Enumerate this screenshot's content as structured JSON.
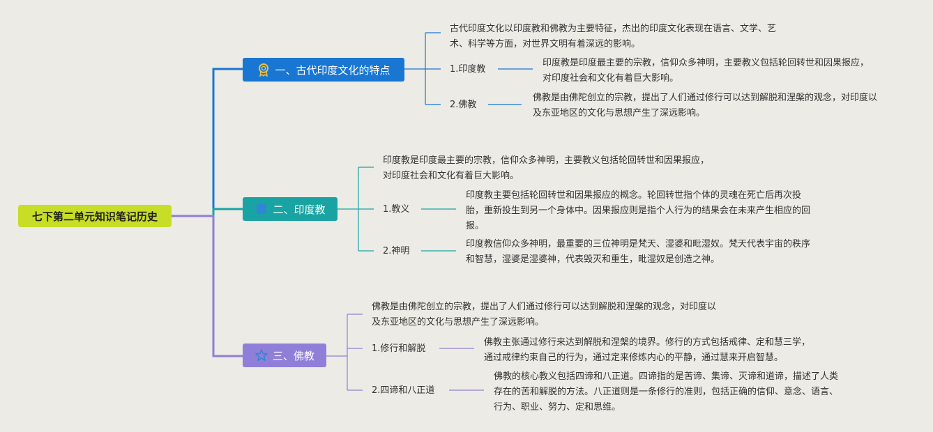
{
  "root": "七下第二单元知识笔记历史",
  "branches": [
    {
      "title": "一、古代印度文化的特点",
      "icon": "award-ribbon-icon",
      "color": "#1976d2",
      "summary": "古代印度文化以印度教和佛教为主要特征，杰出的印度文化表现在语言、文学、艺术、科学等方面，对世界文明有着深远的影响。",
      "items": [
        {
          "label": "1.印度教",
          "text": "印度教是印度最主要的宗教，信仰众多神明，主要教义包括轮回转世和因果报应，对印度社会和文化有着巨大影响。"
        },
        {
          "label": "2.佛教",
          "text": "佛教是由佛陀创立的宗教，提出了人们通过修行可以达到解脱和涅槃的观念，对印度以及东亚地区的文化与思想产生了深远影响。"
        }
      ]
    },
    {
      "title": "二、印度教",
      "icon": "square-icon",
      "color": "#1aa3a3",
      "summary": "印度教是印度最主要的宗教，信仰众多神明，主要教义包括轮回转世和因果报应，对印度社会和文化有着巨大影响。",
      "items": [
        {
          "label": "1.教义",
          "text": "印度教主要包括轮回转世和因果报应的概念。轮回转世指个体的灵魂在死亡后再次投胎，重新投生到另一个身体中。因果报应则是指个人行为的结果会在未来产生相应的回报。"
        },
        {
          "label": "2.神明",
          "text": "印度教信仰众多神明，最重要的三位神明是梵天、湿婆和毗湿奴。梵天代表宇宙的秩序和智慧，湿婆是湿婆神，代表毁灭和重生，毗湿奴是创造之神。"
        }
      ]
    },
    {
      "title": "三、佛教",
      "icon": "star-icon",
      "color": "#8f7fd8",
      "summary": "佛教是由佛陀创立的宗教，提出了人们通过修行可以达到解脱和涅槃的观念，对印度以及东亚地区的文化与思想产生了深远影响。",
      "items": [
        {
          "label": "1.修行和解脱",
          "text": "佛教主张通过修行来达到解脱和涅槃的境界。修行的方式包括戒律、定和慧三学，通过戒律约束自己的行为，通过定来修炼内心的平静，通过慧来开启智慧。"
        },
        {
          "label": "2.四谛和八正道",
          "text": "佛教的核心教义包括四谛和八正道。四谛指的是苦谛、集谛、灭谛和道谛，描述了人类存在的苦和解脱的方法。八正道则是一条修行的准则，包括正确的信仰、意念、语言、行为、职业、努力、定和思维。"
        }
      ]
    }
  ]
}
